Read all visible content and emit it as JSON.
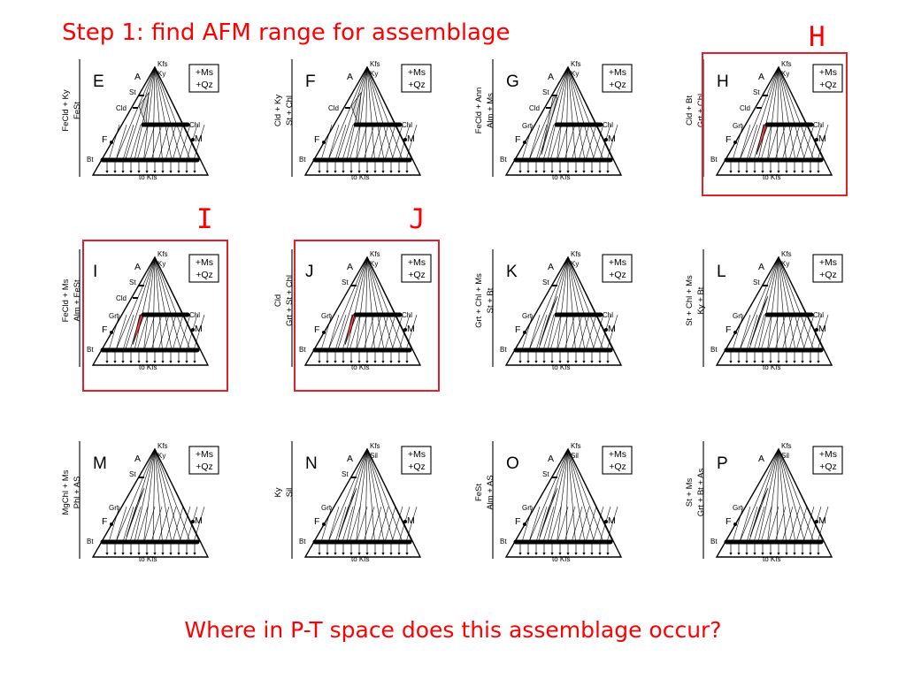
{
  "title": "Step 1: find AFM range for assemblage",
  "question": "Where in P-T space does this assemblage occur?",
  "marks": [
    "H",
    "I",
    "J"
  ],
  "colors": {
    "title": "#ff0000",
    "highlight_box": "#e0202a",
    "highlight_fill": "#f05050",
    "shade_fill": "#d9d9d9",
    "ink": "#000000"
  },
  "common": {
    "apex_a": "A",
    "apex_f": "F",
    "apex_m": "M",
    "extra_phases": "+Ms\n+Qz",
    "projection": "to Kfs",
    "mineral_kfs": "Kfs",
    "mineral_st": "St",
    "mineral_cld": "Cld",
    "mineral_grt": "Grt",
    "mineral_chl": "Chl",
    "mineral_bt": "Bt"
  },
  "diagrams": [
    {
      "id": "E",
      "reaction_top": "FeCld + Ky",
      "reaction_bottom": "FeSt",
      "al_phase": "Ky",
      "minerals": [
        "St",
        "Cld",
        "Chl",
        "Bt"
      ],
      "highlighted": false
    },
    {
      "id": "F",
      "reaction_top": "Cld + Ky",
      "reaction_bottom": "St + Chl",
      "al_phase": "Ky",
      "minerals": [
        "Cld",
        "Chl",
        "Bt"
      ],
      "highlighted": false
    },
    {
      "id": "G",
      "reaction_top": "FeCld + Ann",
      "reaction_bottom": "Alm + Ms",
      "al_phase": "Ky",
      "minerals": [
        "St",
        "Cld",
        "Grt",
        "Chl",
        "Bt"
      ],
      "highlighted": false
    },
    {
      "id": "H",
      "reaction_top": "Cld + Bt",
      "reaction_bottom": "Grt + Chl",
      "al_phase": "Ky",
      "minerals": [
        "St",
        "Cld",
        "Grt",
        "Chl",
        "Bt"
      ],
      "highlighted": true
    },
    {
      "id": "I",
      "reaction_top": "FeCld + Ms",
      "reaction_bottom": "Alm + FeSt",
      "al_phase": "Ky",
      "minerals": [
        "St",
        "Cld",
        "Grt",
        "Chl",
        "Bt"
      ],
      "highlighted": true
    },
    {
      "id": "J",
      "reaction_top": "Cld",
      "reaction_bottom": "Grt + St + Chl",
      "al_phase": "Ky",
      "minerals": [
        "St",
        "Grt",
        "Chl",
        "Bt"
      ],
      "highlighted": true
    },
    {
      "id": "K",
      "reaction_top": "Grt + Chl + Ms",
      "reaction_bottom": "St + Bt",
      "al_phase": "Ky",
      "minerals": [
        "St",
        "Grt",
        "Chl",
        "Bt"
      ],
      "highlighted": false
    },
    {
      "id": "L",
      "reaction_top": "St + Chl + Ms",
      "reaction_bottom": "Ky + Bt",
      "al_phase": "Ky",
      "minerals": [
        "St",
        "Grt",
        "Chl",
        "Bt"
      ],
      "highlighted": false
    },
    {
      "id": "M",
      "reaction_top": "MgChl + Ms",
      "reaction_bottom": "Phl + AS",
      "al_phase": "Ky",
      "minerals": [
        "St",
        "Grt",
        "Bt"
      ],
      "highlighted": false
    },
    {
      "id": "N",
      "reaction_top": "Ky",
      "reaction_bottom": "Sil",
      "al_phase": "Sil",
      "minerals": [
        "St",
        "Grt",
        "Bt"
      ],
      "highlighted": false
    },
    {
      "id": "O",
      "reaction_top": "FeSt",
      "reaction_bottom": "Alm + AS",
      "al_phase": "Sil",
      "minerals": [
        "St",
        "Grt",
        "Bt"
      ],
      "highlighted": false
    },
    {
      "id": "P",
      "reaction_top": "St + Ms",
      "reaction_bottom": "Grt + Bt + As",
      "al_phase": "Sil",
      "minerals": [
        "Grt",
        "Bt"
      ],
      "highlighted": false
    }
  ]
}
